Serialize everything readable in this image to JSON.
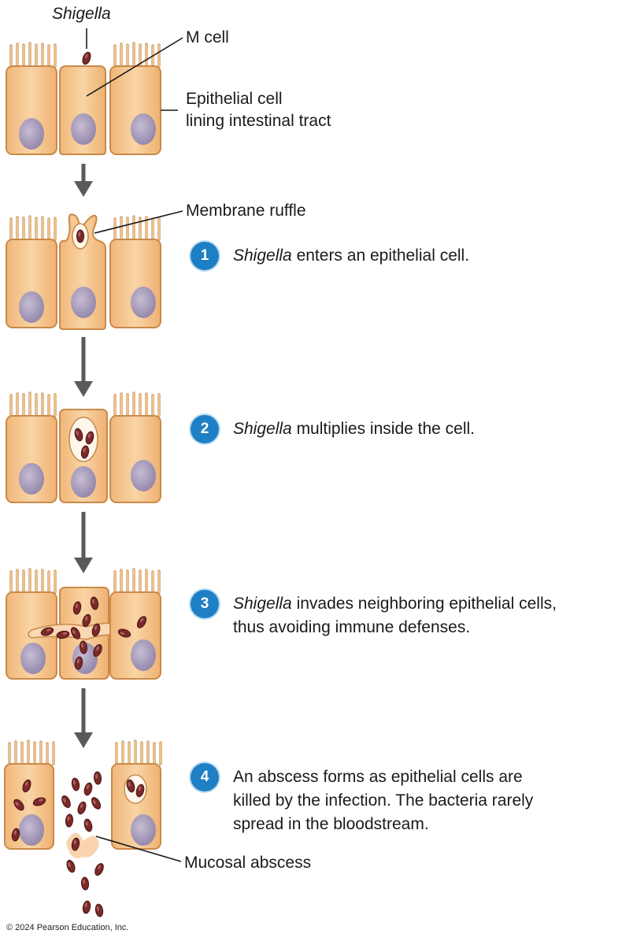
{
  "labels": {
    "shigella": "Shigella",
    "m_cell": "M cell",
    "epithelial_line1": "Epithelial cell",
    "epithelial_line2": "lining intestinal tract",
    "membrane_ruffle": "Membrane ruffle",
    "mucosal_abscess": "Mucosal abscess"
  },
  "steps": [
    {
      "number": "1",
      "organism": "Shigella",
      "text": " enters an epithelial cell."
    },
    {
      "number": "2",
      "organism": "Shigella",
      "text": " multiplies inside the cell."
    },
    {
      "number": "3",
      "organism": "Shigella",
      "text": " invades neighboring epithelial cells,",
      "text2": "thus avoiding immune defenses."
    },
    {
      "number": "4",
      "organism": "",
      "text": "An abscess forms as epithelial cells are",
      "text2": "killed by the infection. The bacteria rarely",
      "text3": "spread in the bloodstream."
    }
  ],
  "copyright": "© 2024 Pearson Education, Inc.",
  "colors": {
    "cell_fill": "#f5c58f",
    "cell_stroke": "#c98a4a",
    "nucleus": "#a79bb8",
    "bacterium": "#7a2a2a",
    "arrow": "#5a5a5a",
    "badge": "#1f7fc4"
  }
}
